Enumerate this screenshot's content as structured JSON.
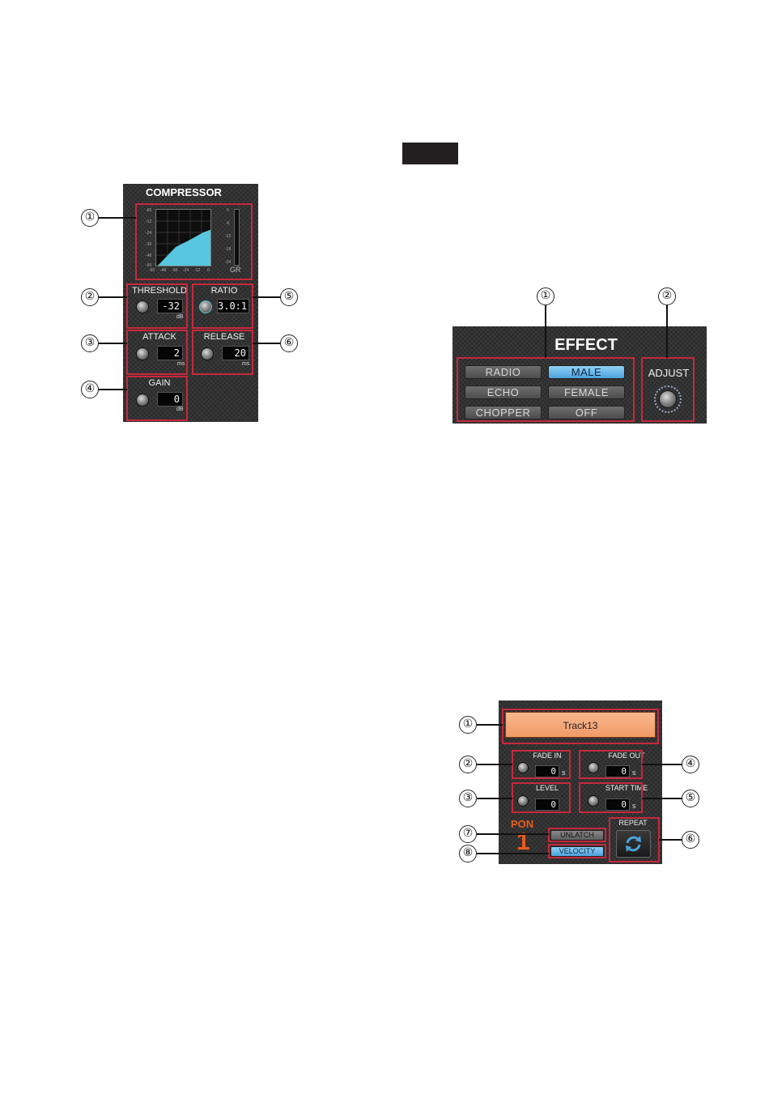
{
  "compressor": {
    "title": "COMPRESSOR",
    "graph": {
      "left_scale": [
        "-60",
        "-12",
        "-24",
        "-36",
        "-48",
        "-60"
      ],
      "bottom_scale": [
        "-60",
        "-48",
        "-36",
        "-24",
        "-12",
        "0"
      ],
      "gr_scale": [
        "0",
        "-6",
        "-12",
        "-18",
        "-24"
      ],
      "gr_label": "GR",
      "fill_color": "#57c6de"
    },
    "threshold": {
      "label": "THRESHOLD",
      "value": "-32",
      "unit": "dB"
    },
    "ratio": {
      "label": "RATIO",
      "value": "3.0:1"
    },
    "attack": {
      "label": "ATTACK",
      "value": "2",
      "unit": "ms"
    },
    "release": {
      "label": "RELEASE",
      "value": "20",
      "unit": "ms"
    },
    "gain": {
      "label": "GAIN",
      "value": "0",
      "unit": "dB"
    },
    "callouts": [
      "①",
      "②",
      "③",
      "④",
      "⑤",
      "⑥"
    ]
  },
  "effect": {
    "title": "EFFECT",
    "buttons": [
      "RADIO",
      "MALE",
      "ECHO",
      "FEMALE",
      "CHOPPER",
      "OFF"
    ],
    "selected": "MALE",
    "adjust_label": "ADJUST",
    "callouts": [
      "①",
      "②"
    ],
    "accent": "#4ca3dc"
  },
  "pad": {
    "track_name": "Track13",
    "fade_in": {
      "label": "FADE IN",
      "value": "0",
      "unit": "s"
    },
    "fade_out": {
      "label": "FADE OUT",
      "value": "0",
      "unit": "s"
    },
    "level": {
      "label": "LEVEL",
      "value": "0"
    },
    "start_time": {
      "label": "START TIME",
      "value": "0",
      "unit": "s"
    },
    "pad_group": "PON",
    "pad_number": "1",
    "unlatch": "UNLATCH",
    "velocity": "VELOCITY",
    "repeat_label": "REPEAT",
    "track_color": "#f5a878",
    "accent": "#e85a1e",
    "callouts": [
      "①",
      "②",
      "③",
      "④",
      "⑤",
      "⑥",
      "⑦",
      "⑧"
    ]
  }
}
